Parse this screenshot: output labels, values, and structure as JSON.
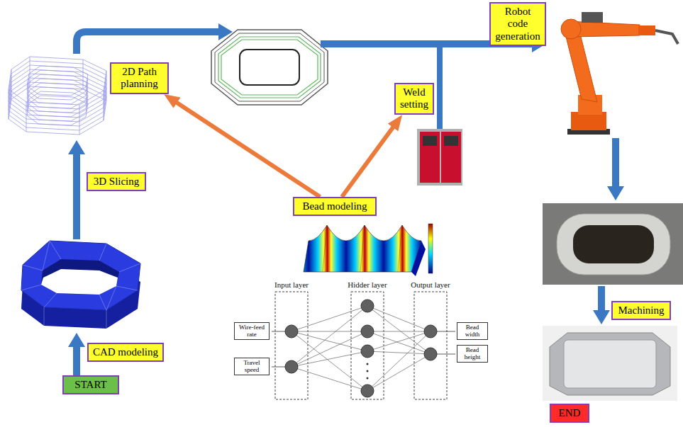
{
  "diagram": {
    "nodes": [
      {
        "text": [
          "START"
        ]
      },
      {
        "text": [
          "CAD modeling"
        ]
      },
      {
        "text": [
          "3D Slicing"
        ]
      },
      {
        "text": [
          "2D Path planning"
        ]
      },
      {
        "text": [
          "Bead modeling"
        ]
      },
      {
        "text": [
          "Weld setting"
        ]
      },
      {
        "text": [
          "Robot code generation"
        ]
      },
      {
        "text": [
          "Machining"
        ]
      },
      {
        "text": [
          "END"
        ]
      },
      {
        "text": [
          "Wire-feed rate"
        ]
      },
      {
        "text": [
          "Travel speed"
        ]
      },
      {
        "text": [
          "Bead width"
        ]
      },
      {
        "text": [
          "Bead height"
        ]
      }
    ],
    "edges": [
      {
        "from": 4,
        "to": 3,
        "arrow": "to"
      },
      {
        "from": 4,
        "to": 5,
        "arrow": "to"
      }
    ],
    "labels": [
      "Input layer",
      "Hidder layer",
      "Output layer"
    ]
  }
}
